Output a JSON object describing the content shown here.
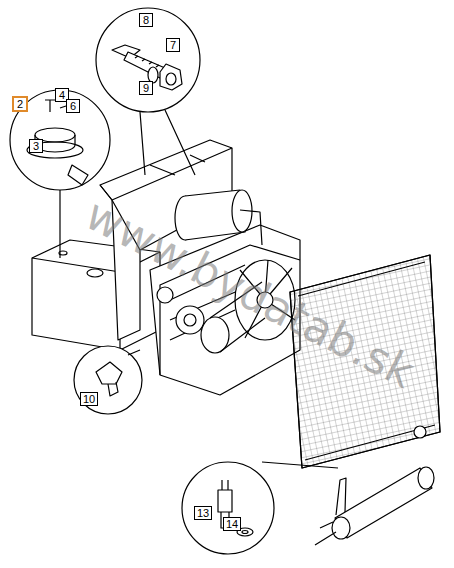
{
  "diagram": {
    "labels": [
      "8",
      "7",
      "9",
      "2",
      "4",
      "6",
      "3",
      "10",
      "13",
      "14",
      "www.bydatab.sk"
    ]
  }
}
